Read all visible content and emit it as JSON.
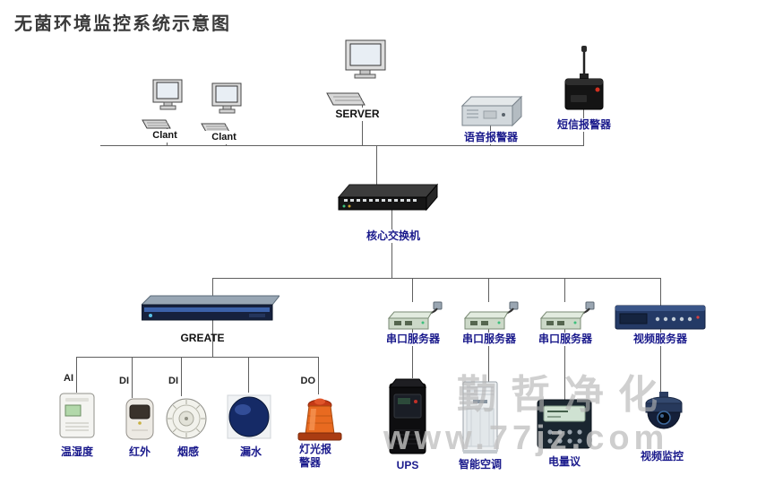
{
  "title": "无菌环境监控系统示意图",
  "nodes": {
    "client1": "Clant",
    "client2": "Clant",
    "server": "SERVER",
    "voice_alarm": "语音报警器",
    "sms_alarm": "短信报警器",
    "core_switch": "核心交换机",
    "greate": "GREATE",
    "serial_server1": "串口服务器",
    "serial_server2": "串口服务器",
    "serial_server3": "串口服务器",
    "video_server": "视频服务器",
    "temp_humidity": "温湿度",
    "infrared": "红外",
    "smoke": "烟感",
    "water_leak": "漏水",
    "light_alarm": "灯光报警器",
    "ups": "UPS",
    "smart_ac": "智能空调",
    "power_meter": "电量议",
    "video_monitor": "视频监控"
  },
  "io": {
    "ai": "AI",
    "di1": "DI",
    "di2": "DI",
    "do": "DO"
  },
  "watermark": {
    "brand": "勤哲净化",
    "url": "www.77jz.com"
  },
  "colors": {
    "label": "#1a1a8c",
    "line": "#5f5f5f",
    "watermark": "#c4c4c4",
    "background": "#ffffff"
  }
}
